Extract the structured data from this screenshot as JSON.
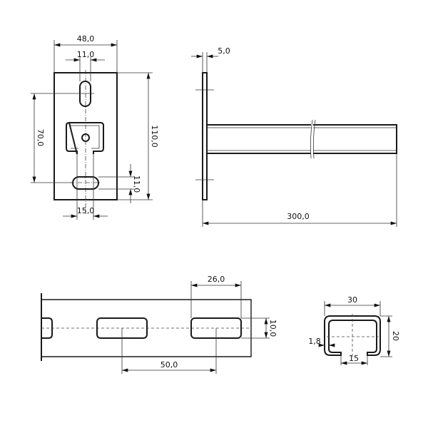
{
  "front_view": {
    "width": "48,0",
    "slot_width": "11,0",
    "hole_spacing": "70,0",
    "height": "110,0",
    "slot_height": "11,0",
    "stem_width": "15,0"
  },
  "side_view": {
    "plate_thickness": "5,0",
    "length": "300,0"
  },
  "rail_view": {
    "slot_length": "26,0",
    "slot_height": "10,0",
    "slot_pitch": "50,0"
  },
  "profile_view": {
    "width": "30",
    "height": "20",
    "wall_thickness": "1,8",
    "opening": "15"
  }
}
